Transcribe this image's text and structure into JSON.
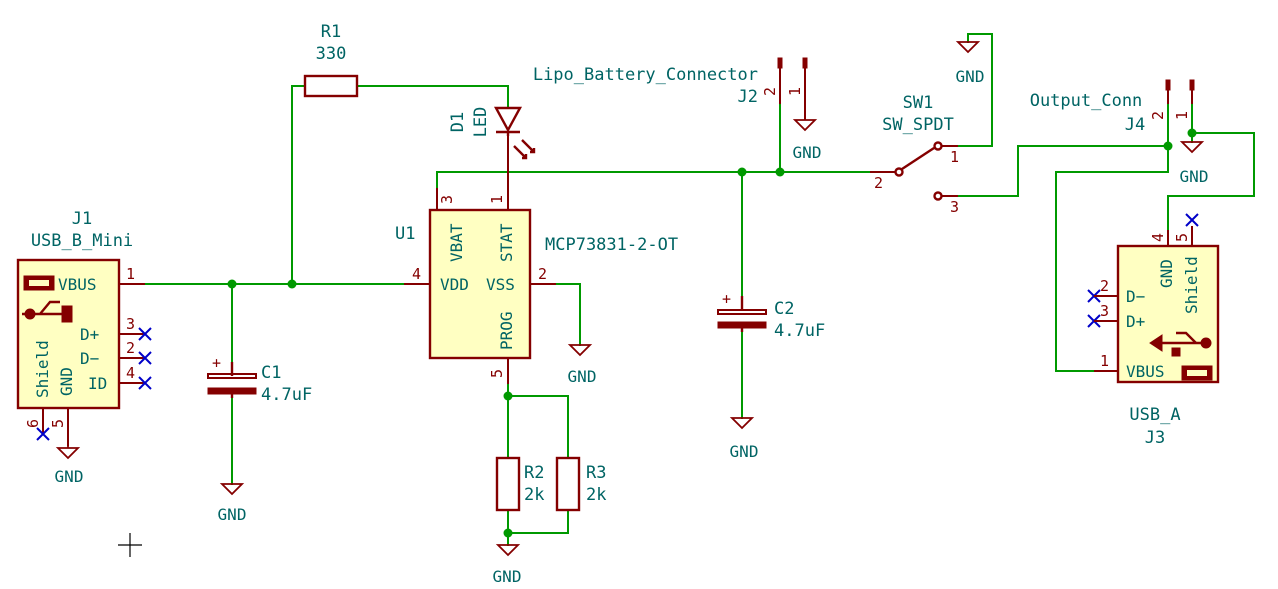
{
  "j1": {
    "ref": "J1",
    "value": "USB_B_Mini",
    "pins": {
      "vbus": "VBUS",
      "dp": "D+",
      "dm": "D−",
      "id": "ID",
      "shield": "Shield",
      "gnd": "GND"
    },
    "pin_numbers": {
      "vbus": "1",
      "dp": "3",
      "dm": "2",
      "id": "4",
      "shield": "6",
      "gnd": "5"
    }
  },
  "c1": {
    "ref": "C1",
    "value": "4.7uF",
    "polarity": "+"
  },
  "r1": {
    "ref": "R1",
    "value": "330"
  },
  "d1": {
    "ref": "D1",
    "value": "LED"
  },
  "u1": {
    "ref": "U1",
    "value": "MCP73831-2-OT",
    "pins": {
      "vbat": "VBAT",
      "stat": "STAT",
      "vdd": "VDD",
      "vss": "VSS",
      "prog": "PROG"
    },
    "pin_numbers": {
      "vbat": "3",
      "stat": "1",
      "vdd": "4",
      "vss": "2",
      "prog": "5"
    }
  },
  "r2": {
    "ref": "R2",
    "value": "2k"
  },
  "r3": {
    "ref": "R3",
    "value": "2k"
  },
  "c2": {
    "ref": "C2",
    "value": "4.7uF",
    "polarity": "+"
  },
  "j2": {
    "ref": "J2",
    "value": "Lipo_Battery_Connector",
    "pin_numbers": {
      "p2": "2",
      "p1": "1"
    }
  },
  "sw1": {
    "ref": "SW1",
    "value": "SW_SPDT",
    "pin_numbers": {
      "p1": "1",
      "p2": "2",
      "p3": "3"
    }
  },
  "j4": {
    "ref": "J4",
    "value": "Output_Conn",
    "pin_numbers": {
      "p2": "2",
      "p1": "1"
    }
  },
  "j3": {
    "ref": "J3",
    "value": "USB_A",
    "pins": {
      "gnd": "GND",
      "shield": "Shield",
      "dm": "D−",
      "dp": "D+",
      "vbus": "VBUS"
    },
    "pin_numbers": {
      "gnd": "4",
      "shield": "5",
      "dm": "2",
      "dp": "3",
      "vbus": "1"
    }
  },
  "power": {
    "gnd": "GND"
  },
  "colors": {
    "wire": "#009900",
    "part": "#840000",
    "body_fill": "#ffffc2",
    "label": "#006464",
    "no_connect": "#0000c8"
  }
}
